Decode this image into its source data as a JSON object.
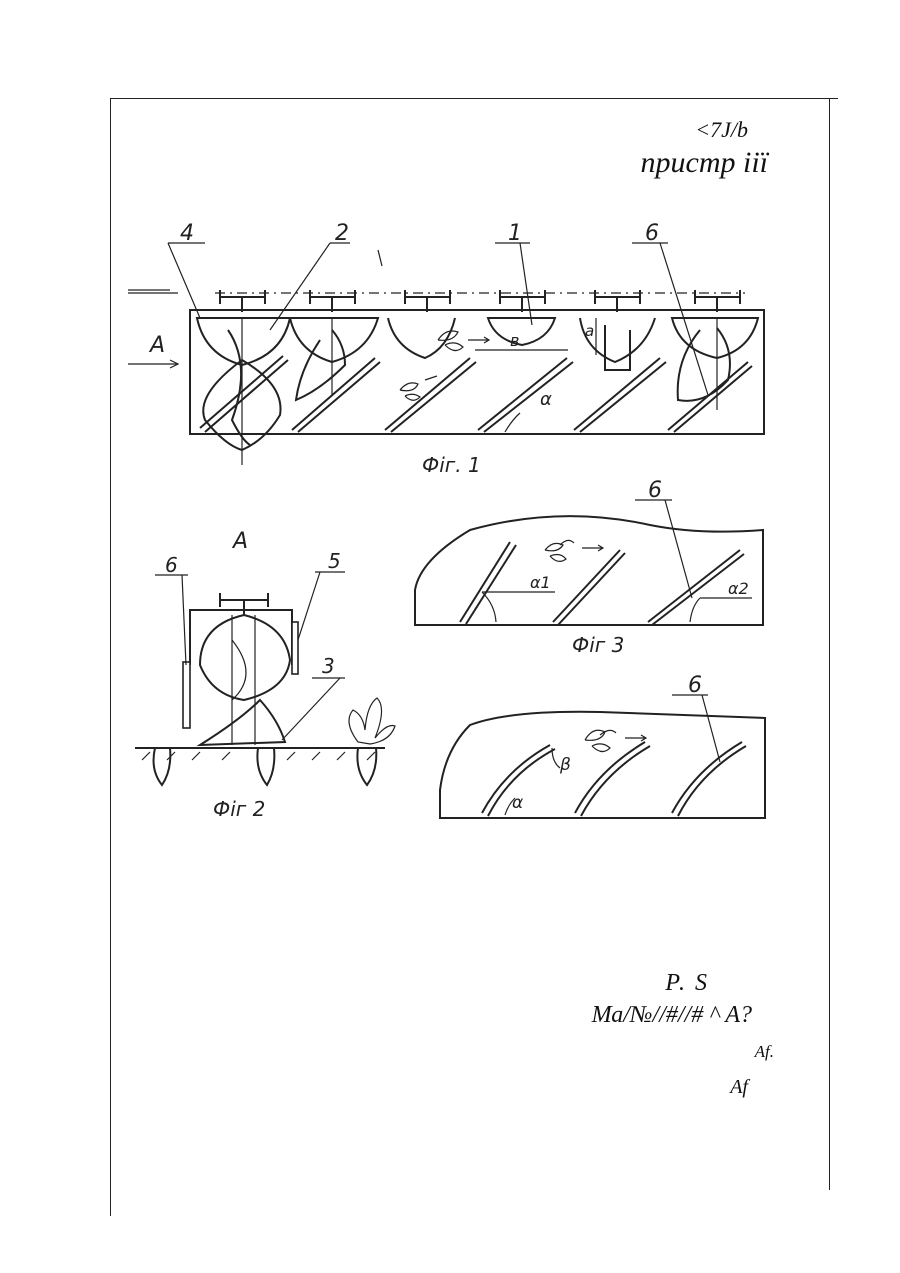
{
  "header": {
    "code": "<7J/b",
    "title": "пристр iiї"
  },
  "figures": {
    "fig1": {
      "caption": "Фiг. 1",
      "labels": [
        "4",
        "2",
        "1",
        "6"
      ],
      "view_label": "A",
      "dim_b": "в",
      "dim_a": "а",
      "angle": "α"
    },
    "fig2": {
      "caption": "Фiг 2",
      "view_title": "A",
      "labels": [
        "6",
        "5",
        "3"
      ]
    },
    "fig3": {
      "caption": "Фiг 3",
      "label": "6",
      "angle1": "α1",
      "angle2": "α2"
    },
    "fig4": {
      "label": "6",
      "angle_alpha": "α",
      "angle_beta": "β"
    }
  },
  "signatures": {
    "line1": "P. S",
    "line2": "Ма/№//#//# ^ А?",
    "line3": "Af.",
    "line4": "Af"
  }
}
